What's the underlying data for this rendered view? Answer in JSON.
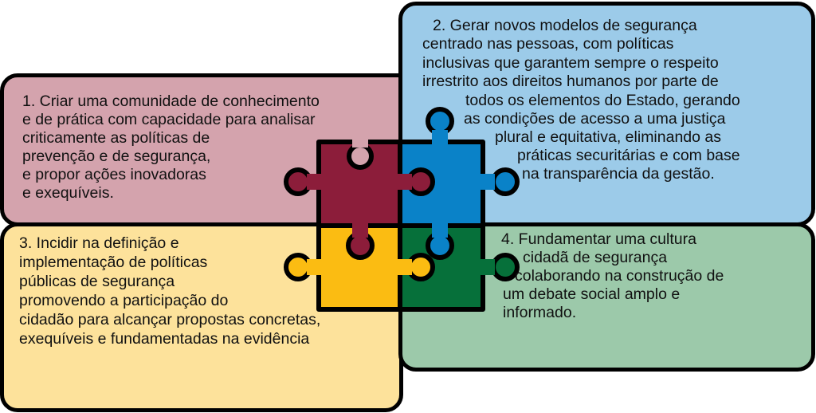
{
  "colors": {
    "box1": "#d4a3ad",
    "box2": "#9ccbe9",
    "box3": "#fde29b",
    "box4": "#9cc9aa",
    "piece1": "#8c1d3a",
    "piece2": "#0a82c8",
    "piece3": "#fbbc12",
    "piece4": "#06703a"
  },
  "box1": {
    "lines": [
      "1. Criar uma comunidade de conhecimento",
      "e de prática com capacidade para analisar",
      "criticamente as políticas de",
      "prevenção e de segurança,",
      "e propor ações inovadoras",
      "e exequíveis."
    ]
  },
  "box2": {
    "lines": [
      "2. Gerar novos modelos de segurança",
      "centrado nas pessoas, com políticas",
      "inclusivas que garantem sempre o respeito",
      "irrestrito aos direitos humanos por parte de",
      "todos os elementos do Estado, gerando",
      "as condições de acesso a uma justiça",
      "plural e equitativa, eliminando as",
      "práticas securitárias e com base",
      "na transparência da gestão."
    ]
  },
  "box3": {
    "lines": [
      "3. Incidir na definição e",
      "implementação de políticas",
      "públicas de segurança",
      "promovendo a participação do",
      "cidadão para alcançar propostas concretas,",
      "exequíveis e fundamentadas na evidência"
    ]
  },
  "box4": {
    "lines": [
      "4. Fundamentar uma cultura",
      "cidadã de segurança",
      "colaborando na construção de",
      "um debate social amplo e",
      "informado."
    ]
  }
}
